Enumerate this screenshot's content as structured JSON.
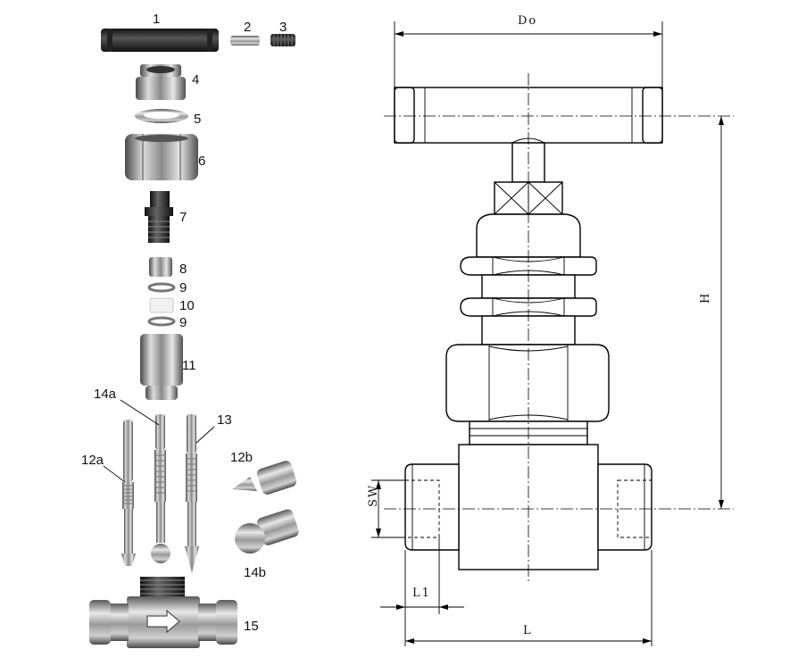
{
  "parts_view": {
    "labels": {
      "p1": "1",
      "p2": "2",
      "p3": "3",
      "p4": "4",
      "p5": "5",
      "p6": "6",
      "p7": "7",
      "p8": "8",
      "p9a": "9",
      "p10": "10",
      "p9b": "9",
      "p11": "11",
      "p14a": "14a",
      "p13": "13",
      "p12a": "12a",
      "p12b": "12b",
      "p14b": "14b",
      "p15": "15"
    }
  },
  "drawing_view": {
    "dimensions": {
      "do": "Do",
      "h": "H",
      "sw": "SW",
      "l1": "L1",
      "l": "L"
    }
  }
}
